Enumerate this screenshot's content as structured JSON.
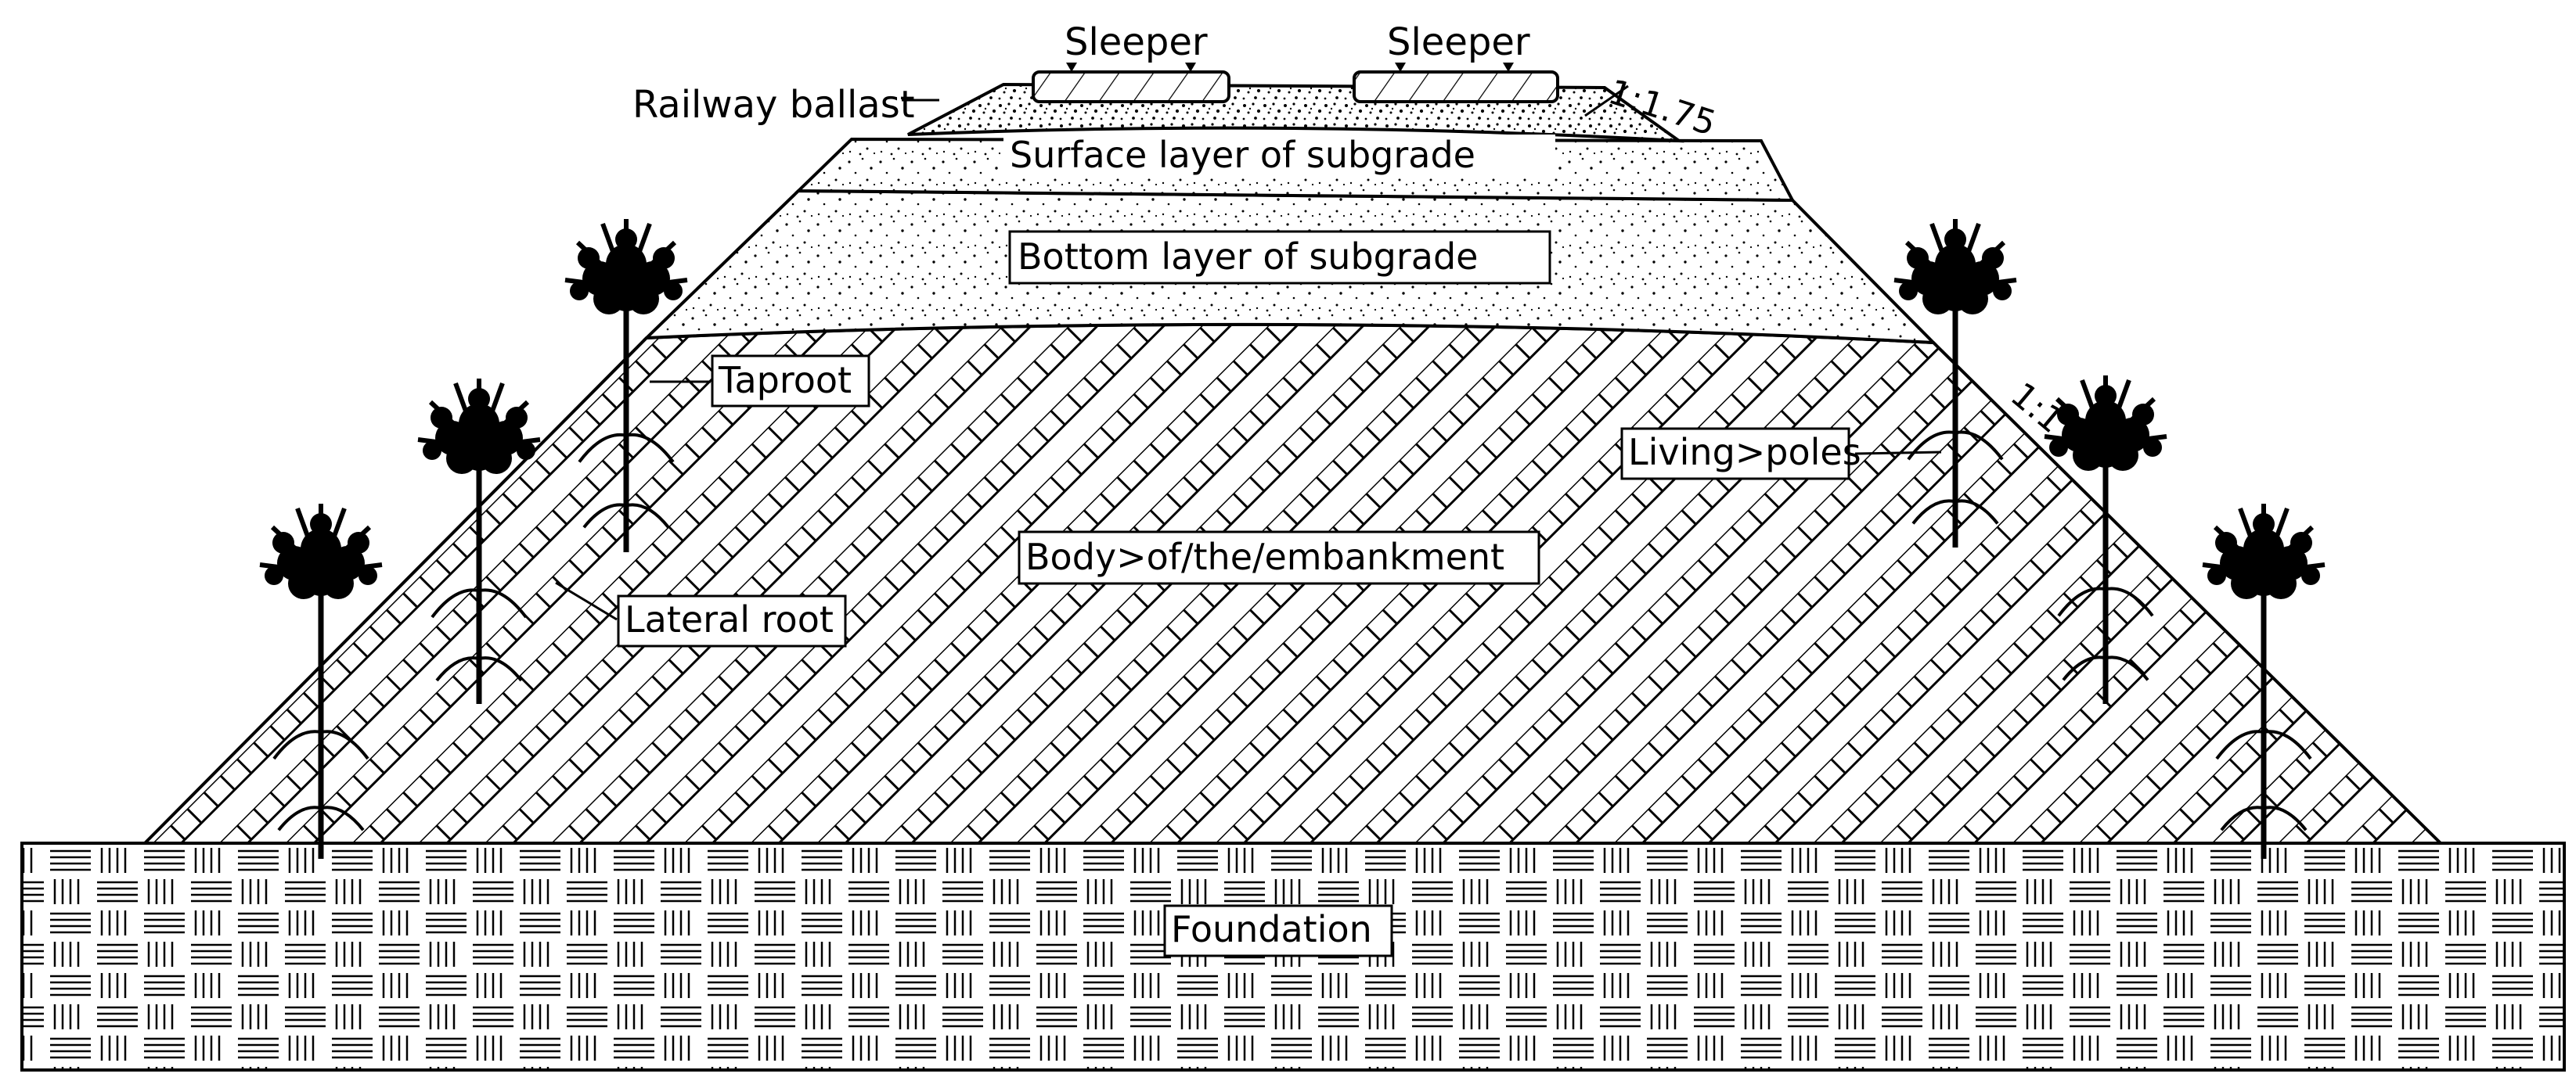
{
  "labels": {
    "sleeper_left": "Sleeper",
    "sleeper_right": "Sleeper",
    "railway_ballast": "Railway ballast",
    "slope_top": "1:1.75",
    "surface_layer": "Surface layer of subgrade",
    "bottom_layer": "Bottom layer of subgrade",
    "taproot": "Taproot",
    "slope_side": "1:1",
    "living_poles": "Living>poles",
    "body": "Body>of/the/embankment",
    "lateral_root": "Lateral root",
    "foundation": "Foundation"
  },
  "plants": {
    "left_count": 3,
    "right_count": 3
  },
  "colors": {
    "ink": "#000000",
    "paper": "#ffffff"
  }
}
